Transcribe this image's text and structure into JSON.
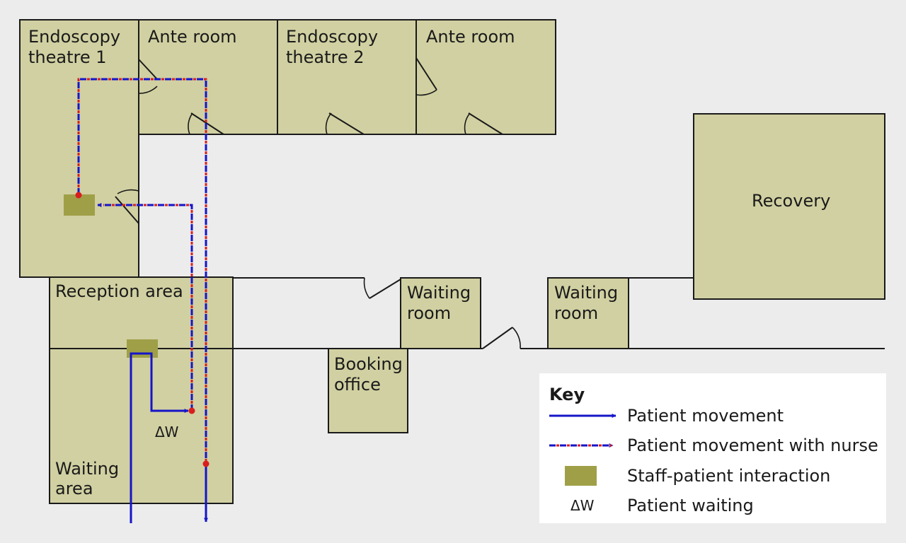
{
  "rooms": {
    "endoscopy_theatre_1": [
      "Endoscopy",
      "theatre 1"
    ],
    "ante_room_1": "Ante room",
    "endoscopy_theatre_2": [
      "Endoscopy",
      "theatre 2"
    ],
    "ante_room_2": "Ante room",
    "recovery": "Recovery",
    "reception_area": "Reception area",
    "waiting_room_1": [
      "Waiting",
      "room"
    ],
    "waiting_room_2": [
      "Waiting",
      "room"
    ],
    "booking_office": [
      "Booking",
      "office"
    ],
    "waiting_area": [
      "Waiting",
      "area"
    ]
  },
  "markers": {
    "patient_waiting": "ΔW"
  },
  "key": {
    "title": "Key",
    "items": [
      {
        "label": "Patient movement"
      },
      {
        "label": "Patient movement with nurse"
      },
      {
        "label": "Staff-patient interaction"
      },
      {
        "symbol": "ΔW",
        "label": "Patient waiting"
      }
    ]
  },
  "colors": {
    "room_fill": "#d1d0a2",
    "interaction_fill": "#9f9f48",
    "patient_path": "#1515c8",
    "nurse_path": "#d81e1e",
    "background": "#ececec"
  }
}
